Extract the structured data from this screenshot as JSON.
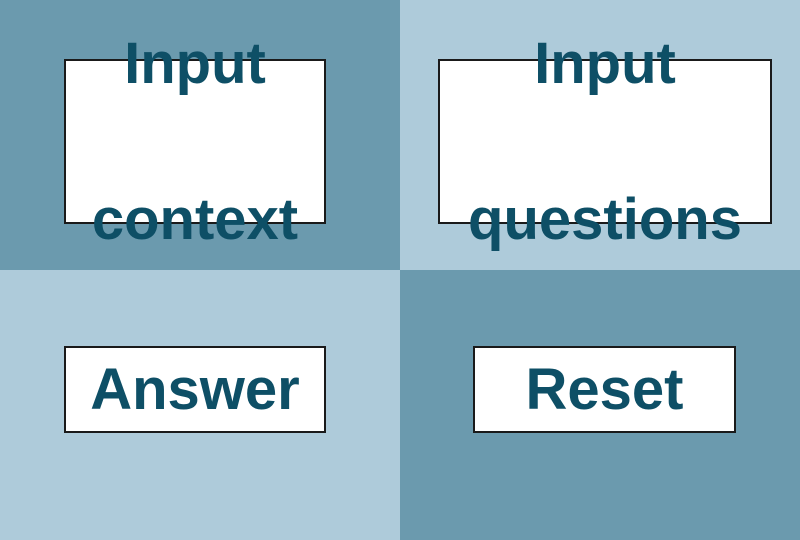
{
  "colors": {
    "dark_panel": "#6b9aae",
    "light_panel": "#aecbda",
    "button_bg": "#ffffff",
    "button_text": "#0e4f66"
  },
  "buttons": {
    "input_context": {
      "line1": "Input",
      "line2": "context"
    },
    "input_questions": {
      "line1": "Input",
      "line2": "questions"
    },
    "answer": "Answer",
    "reset": "Reset"
  }
}
